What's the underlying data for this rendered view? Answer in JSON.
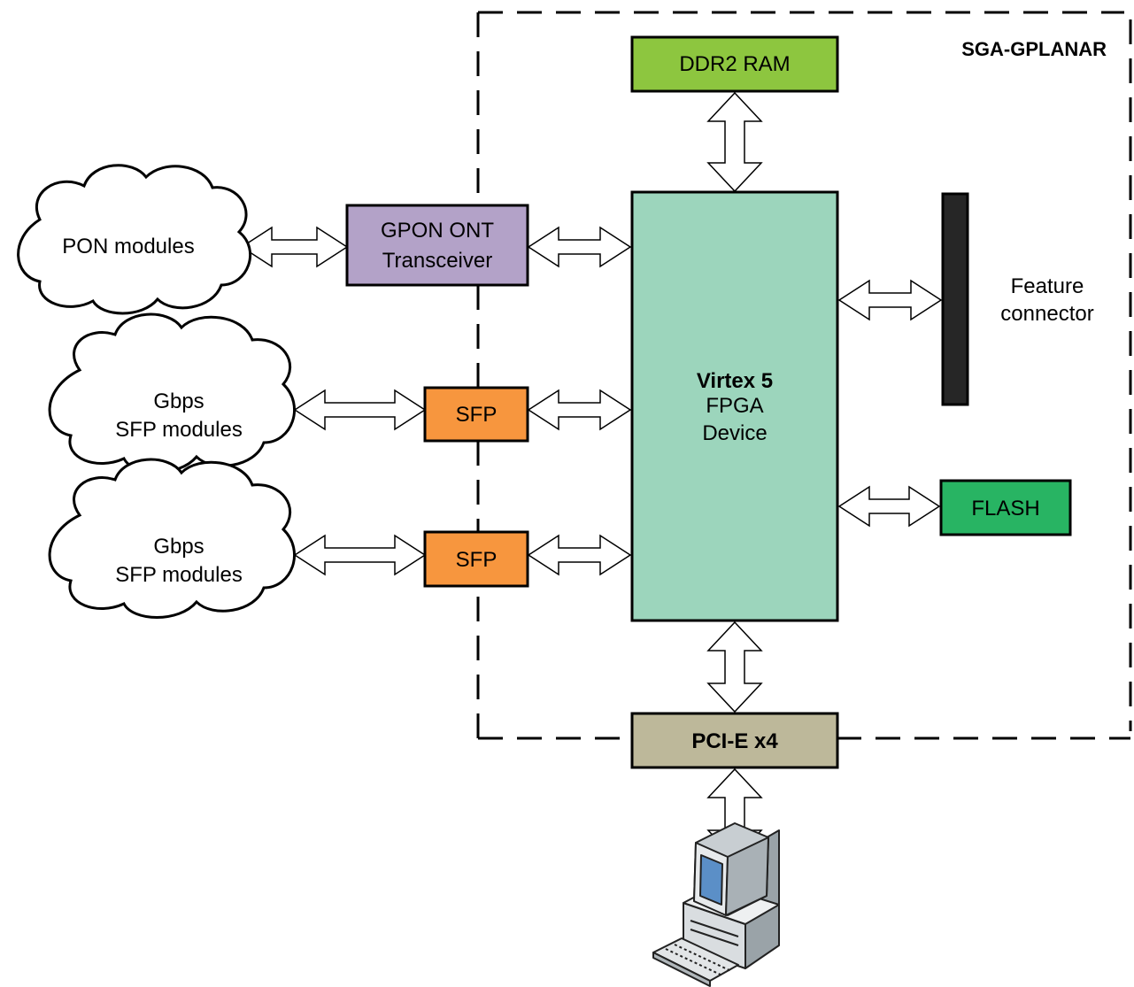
{
  "board": {
    "title": "SGA-GPLANAR"
  },
  "blocks": {
    "ddr2": {
      "label": "DDR2 RAM",
      "color": "#8dc63f"
    },
    "fpga": {
      "title": "Virtex 5",
      "line2": "FPGA",
      "line3": "Device",
      "color": "#9cd5bc"
    },
    "gpon": {
      "line1": "GPON ONT",
      "line2": "Transceiver",
      "color": "#b3a2c8"
    },
    "sfp1": {
      "label": "SFP",
      "color": "#f7963e"
    },
    "sfp2": {
      "label": "SFP",
      "color": "#f7963e"
    },
    "feature": {
      "line1": "Feature",
      "line2": "connector",
      "color": "#262626"
    },
    "flash": {
      "label": "FLASH",
      "color": "#28b463"
    },
    "pcie": {
      "label": "PCI-E x4",
      "color": "#bdb89a"
    }
  },
  "clouds": {
    "pon": {
      "label": "PON modules"
    },
    "sfp_a": {
      "line1": "Gbps",
      "line2": "SFP modules"
    },
    "sfp_b": {
      "line1": "Gbps",
      "line2": "SFP modules"
    }
  },
  "icons": {
    "host": "desktop-computer-icon"
  }
}
